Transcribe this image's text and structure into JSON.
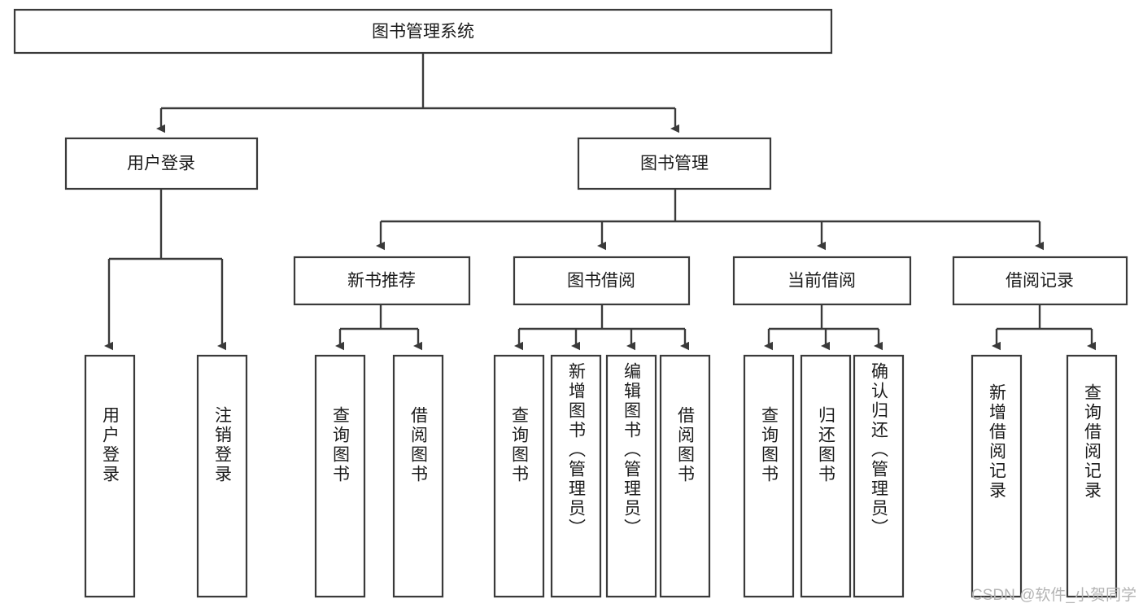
{
  "diagram": {
    "title": "图书管理系统",
    "type": "hierarchy-tree",
    "colors": {
      "box_stroke": "#3a3a3a",
      "box_fill": "#ffffff",
      "connector": "#3a3a3a",
      "text": "#1b1b1b",
      "watermark": "#b4b4b4",
      "background": "#ffffff"
    },
    "levels": {
      "root": {
        "label": "图书管理系统"
      },
      "level2": [
        {
          "label": "用户登录"
        },
        {
          "label": "图书管理"
        }
      ],
      "level3": [
        {
          "label": "新书推荐"
        },
        {
          "label": "图书借阅"
        },
        {
          "label": "当前借阅"
        },
        {
          "label": "借阅记录"
        }
      ],
      "leaves": {
        "user_login": [
          {
            "label": "用户登录"
          },
          {
            "label": "注销登录"
          }
        ],
        "new_book_recommend": [
          {
            "label": "查询图书"
          },
          {
            "label": "借阅图书"
          }
        ],
        "book_borrow": [
          {
            "label": "查询图书"
          },
          {
            "label": "新增图书（管理员）"
          },
          {
            "label": "编辑图书（管理员）"
          },
          {
            "label": "借阅图书"
          }
        ],
        "current_borrow": [
          {
            "label": "查询图书"
          },
          {
            "label": "归还图书"
          },
          {
            "label": "确认归还（管理员）"
          }
        ],
        "borrow_record": [
          {
            "label": "新增借阅记录"
          },
          {
            "label": "查询借阅记录"
          }
        ]
      }
    },
    "watermark": "CSDN @软件_小贺同学"
  }
}
